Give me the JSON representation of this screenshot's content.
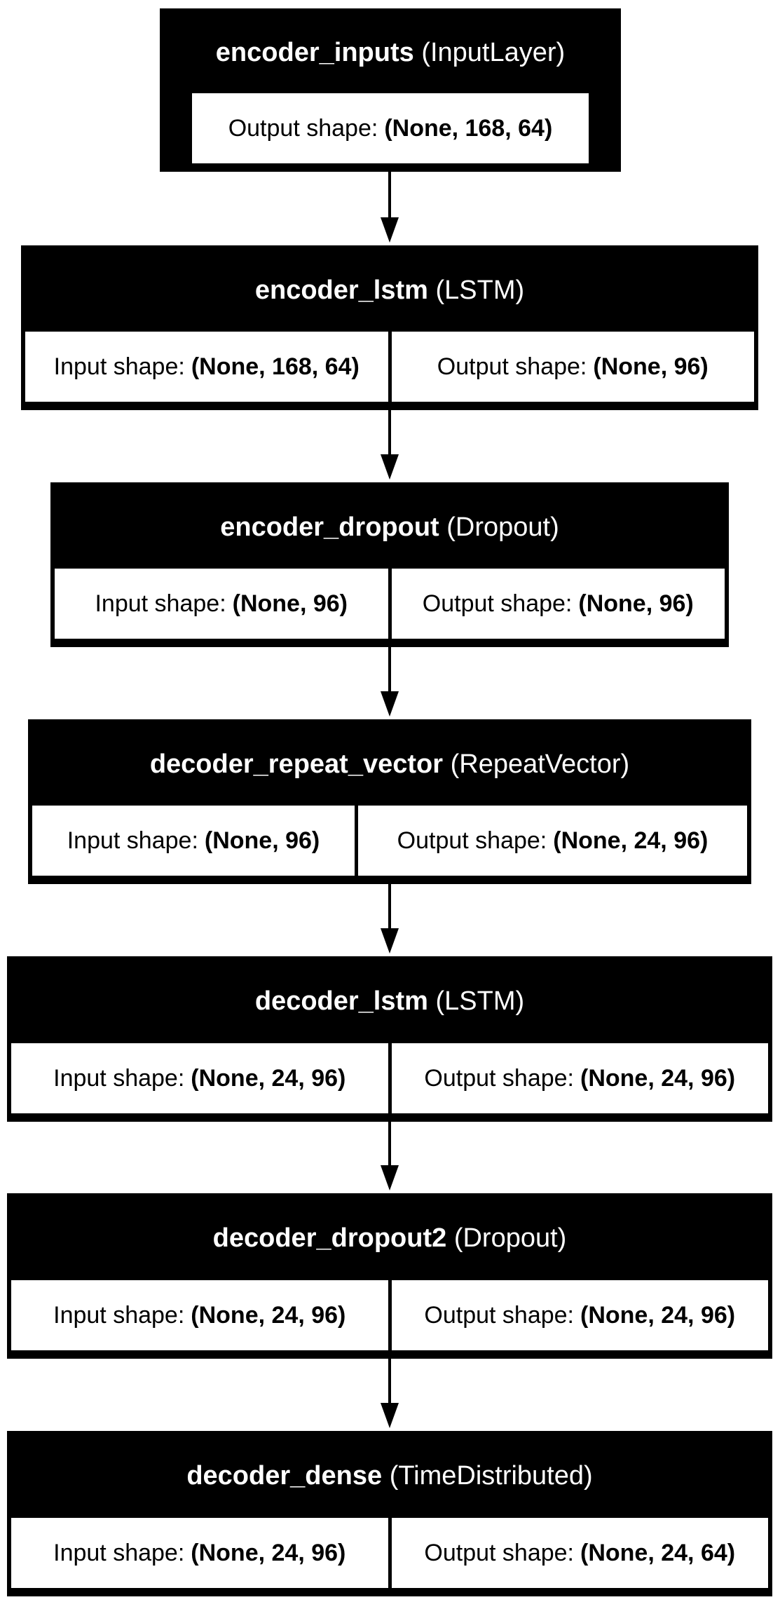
{
  "colors": {
    "box_fill": "#000000",
    "title_text": "#ffffff",
    "shape_cell_fill": "#ffffff",
    "shape_text": "#000000",
    "arrow": "#000000"
  },
  "layers": [
    {
      "name": "encoder_inputs",
      "type": "(InputLayer)",
      "output_label": "Output shape:",
      "output_shape": "(None, 168, 64)"
    },
    {
      "name": "encoder_lstm",
      "type": "(LSTM)",
      "input_label": "Input shape:",
      "input_shape": "(None, 168, 64)",
      "output_label": "Output shape:",
      "output_shape": "(None, 96)"
    },
    {
      "name": "encoder_dropout",
      "type": "(Dropout)",
      "input_label": "Input shape:",
      "input_shape": "(None, 96)",
      "output_label": "Output shape:",
      "output_shape": "(None, 96)"
    },
    {
      "name": "decoder_repeat_vector",
      "type": "(RepeatVector)",
      "input_label": "Input shape:",
      "input_shape": "(None, 96)",
      "output_label": "Output shape:",
      "output_shape": "(None, 24, 96)"
    },
    {
      "name": "decoder_lstm",
      "type": "(LSTM)",
      "input_label": "Input shape:",
      "input_shape": "(None, 24, 96)",
      "output_label": "Output shape:",
      "output_shape": "(None, 24, 96)"
    },
    {
      "name": "decoder_dropout2",
      "type": "(Dropout)",
      "input_label": "Input shape:",
      "input_shape": "(None, 24, 96)",
      "output_label": "Output shape:",
      "output_shape": "(None, 24, 96)"
    },
    {
      "name": "decoder_dense",
      "type": "(TimeDistributed)",
      "input_label": "Input shape:",
      "input_shape": "(None, 24, 96)",
      "output_label": "Output shape:",
      "output_shape": "(None, 24, 64)"
    }
  ]
}
